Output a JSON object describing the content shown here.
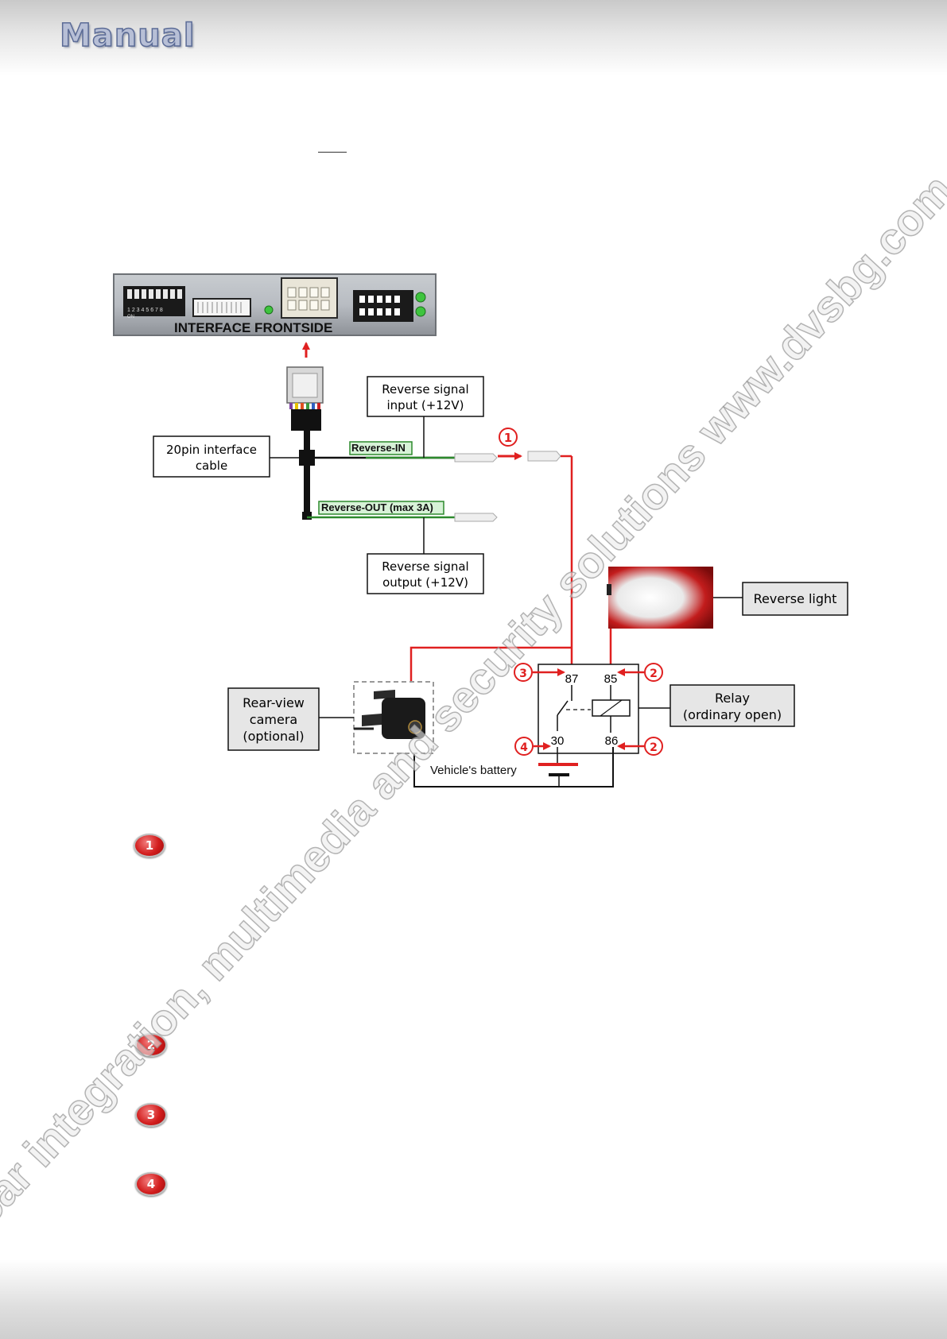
{
  "header": {
    "title": "Manual"
  },
  "diagram": {
    "interface_label": "INTERFACE  FRONTSIDE",
    "dip_switch_numbers": "1 2 3 4 5 6 7 8",
    "dip_switch_on": "ON",
    "boxes": {
      "reverse_signal_input": [
        "Reverse signal",
        "input (+12V)"
      ],
      "interface_cable": [
        "20pin interface",
        "cable"
      ],
      "reverse_signal_output": [
        "Reverse signal",
        "output (+12V)"
      ],
      "reverse_light": [
        "Reverse light"
      ],
      "rear_view_camera": [
        "Rear-view",
        "camera",
        "(optional)"
      ],
      "relay": [
        "Relay",
        "(ordinary open)"
      ]
    },
    "wire_labels": {
      "reverse_in": "Reverse-IN",
      "reverse_out": "Reverse-OUT (max 3A)"
    },
    "relay_pins": {
      "p87": "87",
      "p85": "85",
      "p30": "30",
      "p86": "86"
    },
    "battery_label": "Vehicle's battery",
    "markers": [
      "1",
      "3",
      "2",
      "4",
      "2"
    ]
  },
  "steps": [
    "1",
    "2",
    "3",
    "4"
  ],
  "watermark": "car integration, multimedia and security solutions www.dvsbg.com",
  "colors": {
    "accent_red": "#e02020",
    "wire_green": "#2d8a2d",
    "box_fill": "#ececec"
  }
}
